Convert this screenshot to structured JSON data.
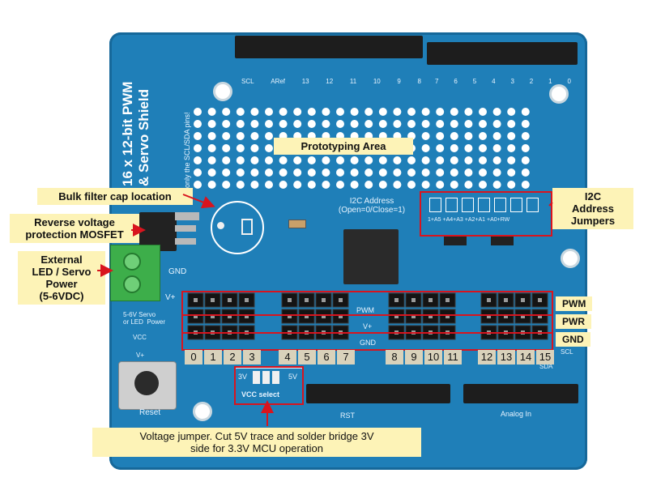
{
  "board": {
    "title_line1": "16 x 12-bit PWM",
    "title_line2": "& Servo Shield",
    "sda_note": "only the SCL/SDA pins!",
    "i2c_address_label": "I2C Address",
    "i2c_address_sub": "(Open=0/Close=1)",
    "i2c_jumper_labels": "1+A5 +A4+A3 +A2+A1 +A0+RW",
    "header_top_left_labels": [
      "SCL",
      "ARef",
      "13",
      "12",
      "11",
      "10",
      "9",
      "8"
    ],
    "header_top_right_labels": [
      "7",
      "6",
      "5",
      "4",
      "3",
      "2",
      "1",
      "0"
    ],
    "side_labels": {
      "gnd": "GND",
      "v_plus": "V+",
      "led_label": "5-6V Servo\nor LED  Power",
      "vcc": "VCC",
      "v_plus2": "V+",
      "reset": "Reset",
      "rst": "RST",
      "analog": "Analog  In",
      "scl": "SCL",
      "sda": "SDA"
    },
    "rail_labels": {
      "pwm": "PWM",
      "v": "V+",
      "gnd": "GND"
    },
    "vcc_select": {
      "left": "3V",
      "right": "5V",
      "label": "VCC  select"
    }
  },
  "pin_numbers": [
    "0",
    "1",
    "2",
    "3",
    "4",
    "5",
    "6",
    "7",
    "8",
    "9",
    "10",
    "11",
    "12",
    "13",
    "14",
    "15"
  ],
  "callouts": {
    "prototyping": "Prototyping Area",
    "bulk_cap": "Bulk filter cap location",
    "mosfet": "Reverse voltage\nprotection MOSFET",
    "external_power": "External\nLED / Servo\nPower\n(5-6VDC)",
    "i2c_jumpers": "I2C\nAddress\nJumpers",
    "voltage_jumper": "Voltage jumper. Cut 5V trace and solder bridge 3V\nside for 3.3V MCU operation"
  },
  "legend": {
    "pwm": "PWM",
    "pwr": "PWR",
    "gnd": "GND"
  },
  "colors": {
    "board": "#1f7fb8",
    "callout_bg": "#fdf3b7",
    "highlight": "#d8141e",
    "terminal": "#3dae4a"
  }
}
